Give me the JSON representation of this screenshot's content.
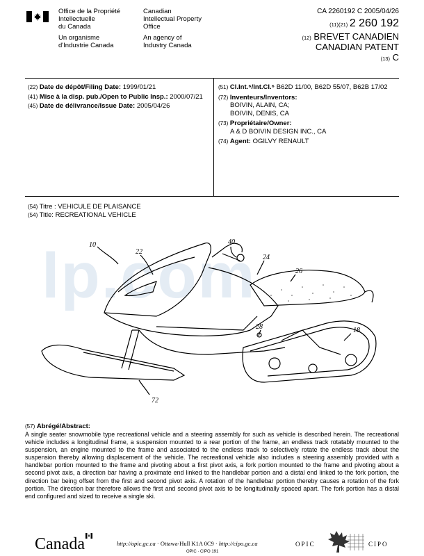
{
  "header": {
    "office_fr_1": "Office de la Propriété",
    "office_fr_2": "Intellectuelle",
    "office_fr_3": "du Canada",
    "org_fr_1": "Un organisme",
    "org_fr_2": "d'Industrie Canada",
    "office_en_1": "Canadian",
    "office_en_2": "Intellectual Property",
    "office_en_3": "Office",
    "agency_en_1": "An agency of",
    "agency_en_2": "Industry Canada",
    "doc_ref": "CA 2260192 C 2005/04/26",
    "code_11_21": "(11)(21)",
    "patent_number": "2 260 192",
    "code_12": "(12)",
    "brevet": "BREVET CANADIEN",
    "canadian_patent": "CANADIAN PATENT",
    "code_13": "(13)",
    "kind": "C"
  },
  "left_fields": [
    {
      "code": "(22)",
      "label": "Date de dépôt/Filing Date:",
      "value": "1999/01/21"
    },
    {
      "code": "(41)",
      "label": "Mise à la disp. pub./Open to Public Insp.:",
      "value": "2000/07/21"
    },
    {
      "code": "(45)",
      "label": "Date de délivrance/Issue Date:",
      "value": "2005/04/26"
    }
  ],
  "right_fields": {
    "cl_int_code": "(51)",
    "cl_int_label": "Cl.Int.⁶/Int.Cl.⁶",
    "cl_int_value": "B62D 11/00, B62D 55/07, B62B 17/02",
    "inventors_code": "(72)",
    "inventors_label": "Inventeurs/Inventors:",
    "inventors": [
      "BOIVIN, ALAIN, CA;",
      "BOIVIN, DENIS, CA"
    ],
    "owner_code": "(73)",
    "owner_label": "Propriétaire/Owner:",
    "owner": "A & D BOIVIN DESIGN INC., CA",
    "agent_code": "(74)",
    "agent_label": "Agent:",
    "agent": "OGILVY RENAULT"
  },
  "titles": {
    "code_fr": "(54)",
    "label_fr": "Titre :",
    "title_fr": "VEHICULE DE PLAISANCE",
    "code_en": "(54)",
    "label_en": "Title:",
    "title_en": "RECREATIONAL VEHICLE"
  },
  "drawing_labels": {
    "l10": "10",
    "l22": "22",
    "l40": "40",
    "l24": "24",
    "l26": "26",
    "l28": "28",
    "l18": "18",
    "l72": "72"
  },
  "watermark": "lp.com",
  "abstract": {
    "code": "(57)",
    "label": "Abrégé/Abstract:",
    "text": "A single seater snowmobile type recreational vehicle and a steering assembly for such as vehicle is described herein. The recreational vehicle includes a longitudinal frame, a suspension mounted to a rear portion of the frame, an endless track rotatably mounted to the suspension, an engine mounted to the frame and associated to the endless track to selectively rotate the endless track about the suspension thereby allowing displacement of the vehicle. The recreational vehicle also includes a steering assembly provided with a handlebar portion mounted to the frame and pivoting about a first pivot axis, a fork portion mounted to the frame and pivoting about a second pivot axis, a direction bar having a proximate end linked to the handlebar portion and a distal end linked to the fork portion, the direction bar being offset from the first and second pivot axis. A rotation of the handlebar portion thereby causes a rotation of the fork portion. The direction bar therefore allows the first and second pivot axis to be longitudinally spaced apart. The fork portion has a distal end configured and sized to receive a single ski."
  },
  "footer": {
    "canada": "Canada",
    "url_fr": "http://opic.gc.ca",
    "city": "Ottawa-Hull K1A 0C9",
    "url_en": "http://cipo.gc.ca",
    "opic": "OPIC",
    "cipo": "CIPO",
    "code": "OPIC · CIPO 191"
  }
}
